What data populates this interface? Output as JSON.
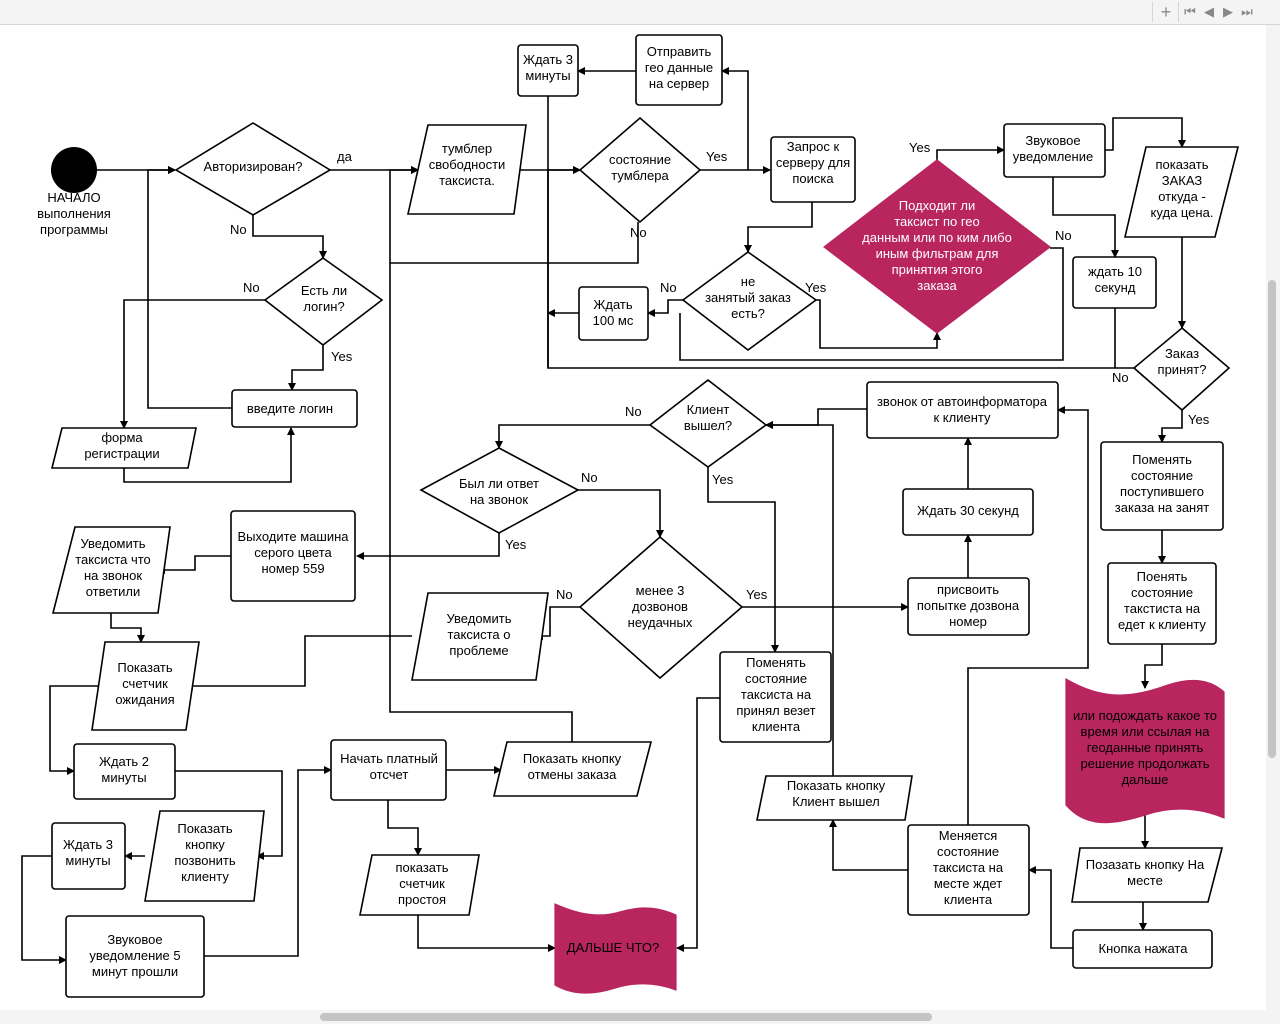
{
  "toolbar": {
    "add_icon": "plus-icon",
    "first_icon": "first-page-icon",
    "prev_icon": "prev-page-icon",
    "next_icon": "next-page-icon",
    "last_icon": "last-page-icon"
  },
  "colors": {
    "accent": "#b8255f",
    "stroke": "#000000"
  },
  "nodes": {
    "start": "НАЧАЛО\nвыполнения\nпрограммы",
    "authorized": "Авторизирован?",
    "has_login": "Есть ли\nлогин?",
    "enter_login": "введите логин",
    "reg_form": "форма\nрегистрации",
    "toggle_free": "тумблер\nсвободности\nтаксиста.",
    "toggle_state": "состояние\nтумблера",
    "wait_3min_top": "Ждать 3\nминуты",
    "send_geo": "Отправить\nгео данные\nна сервер",
    "request_server": "Запрос к\nсерверу для\nпоиска",
    "order_free": "не\nзанятый заказ\nесть?",
    "wait_100ms": "Ждать\n100 мс",
    "suitable": "Подходит ли\nтаксист по гео\nданным или по ким либо\nиным фильтрам для\nпринятия этого\nзаказа",
    "sound_notify": "Звуковое\nуведомление",
    "show_order": "показать\nЗАКАЗ\nоткуда -\nкуда цена.",
    "wait_10s": "ждать 10\nсекунд",
    "order_accepted": "Заказ\nпринят?",
    "change_order_state": "Поменять\nсостояние\nпоступившего\nзаказа на занят",
    "change_driver_state": "Поенять\nсостояние\nтакстиста на\nедет к клиенту",
    "wait_or_geo": "или подождать какое то\nвремя или ссылая на\nгеоданные принять\nрешение продолжать\nдальше",
    "show_onplace_btn": "Позазать кнопку На\nместе",
    "btn_pressed": "Кнопка нажата",
    "driver_waits": "Меняется\nсостояние\nтаксиста на\nместе ждет\nклиента",
    "show_client_out_btn": "Показать кнопку\nКлиент вышел",
    "call_auto": "звонок от автоинформатора\nк клиенту",
    "wait_30s": "Ждать 30 секунд",
    "assign_attempt": "присвоить\nпопытке дозвона\nномер",
    "client_out": "Клиент\nвышел?",
    "answered": "Был ли ответ\nна звонок",
    "less3": "менее 3\nдозвонов\nнеудачных",
    "driver_takes": "Поменять\nсостояние\nтаксиста на\nпринял везет\nклиента",
    "car_msg": "Выходите машина\nсерого цвета\nномер 559",
    "notify_answered": "Уведомить\nтаксиста что\nна звонок\nответили",
    "notify_problem": "Уведомить\nтаксиста о\nпроблеме",
    "show_wait_counter": "Показать\nсчетчик\nожидания",
    "wait_2min": "Ждать 2\nминуты",
    "show_call_btn": "Показать\nкнопку\nпозвонить\nклиенту",
    "wait_3min_bottom": "Ждать 3\nминуты",
    "sound_5min": "Звуковое\nуведомление 5\nминут прошли",
    "start_paid": "Начать платный\nотсчет",
    "show_cancel_btn": "Показать кнопку\nотмены заказа",
    "show_idle_counter": "показать\nсчетчик\nпростоя",
    "what_next": "ДАЛЬШЕ ЧТО?"
  },
  "labels": {
    "da": "да",
    "no_auth": "No",
    "no_login": "No",
    "yes_login": "Yes",
    "yes_toggle": "Yes",
    "no_toggle": "No",
    "no_order": "No",
    "yes_order": "Yes",
    "yes_suitable": "Yes",
    "no_suitable": "No",
    "no_accepted": "No",
    "yes_accepted": "Yes",
    "no_client_out": "No",
    "yes_client_out": "Yes",
    "no_answered": "No",
    "yes_answered": "Yes",
    "no_less3": "No",
    "yes_less3": "Yes"
  }
}
